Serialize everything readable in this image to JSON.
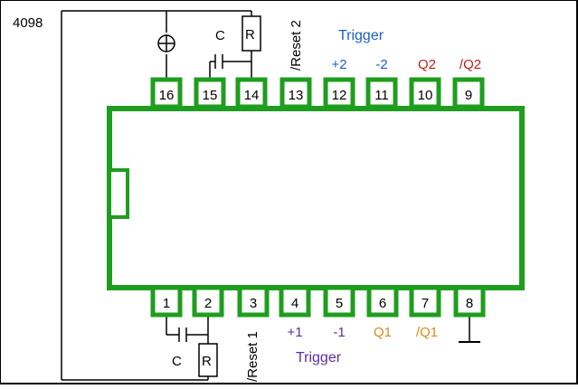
{
  "chip": {
    "name": "4098",
    "outline_color": "#1e9e1e"
  },
  "pins": {
    "top": [
      {
        "num": "16",
        "label": ""
      },
      {
        "num": "15",
        "label": ""
      },
      {
        "num": "14",
        "label": ""
      },
      {
        "num": "13",
        "label": "/Reset 2"
      },
      {
        "num": "12",
        "label": "+2"
      },
      {
        "num": "11",
        "label": "-2"
      },
      {
        "num": "10",
        "label": "Q2"
      },
      {
        "num": "9",
        "label": "/Q2"
      }
    ],
    "bottom": [
      {
        "num": "1",
        "label": ""
      },
      {
        "num": "2",
        "label": ""
      },
      {
        "num": "3",
        "label": "/Reset 1"
      },
      {
        "num": "4",
        "label": "+1"
      },
      {
        "num": "5",
        "label": "-1"
      },
      {
        "num": "6",
        "label": "Q1"
      },
      {
        "num": "7",
        "label": "/Q1"
      },
      {
        "num": "8",
        "label": ""
      }
    ]
  },
  "groups": {
    "trigger_top": "Trigger",
    "trigger_bottom": "Trigger"
  },
  "components": {
    "capacitor_top": "C",
    "resistor_top": "R",
    "capacitor_bottom": "C",
    "resistor_bottom": "R",
    "supply_symbol": "⊕"
  },
  "colors": {
    "chip_green": "#1e9e1e",
    "trigger_blue": "#1a5fc8",
    "q2_red": "#c01c1c",
    "bottom_trigger_purple": "#5a2ea6",
    "q1_orange": "#d98a1a",
    "wire_black": "#000000"
  }
}
